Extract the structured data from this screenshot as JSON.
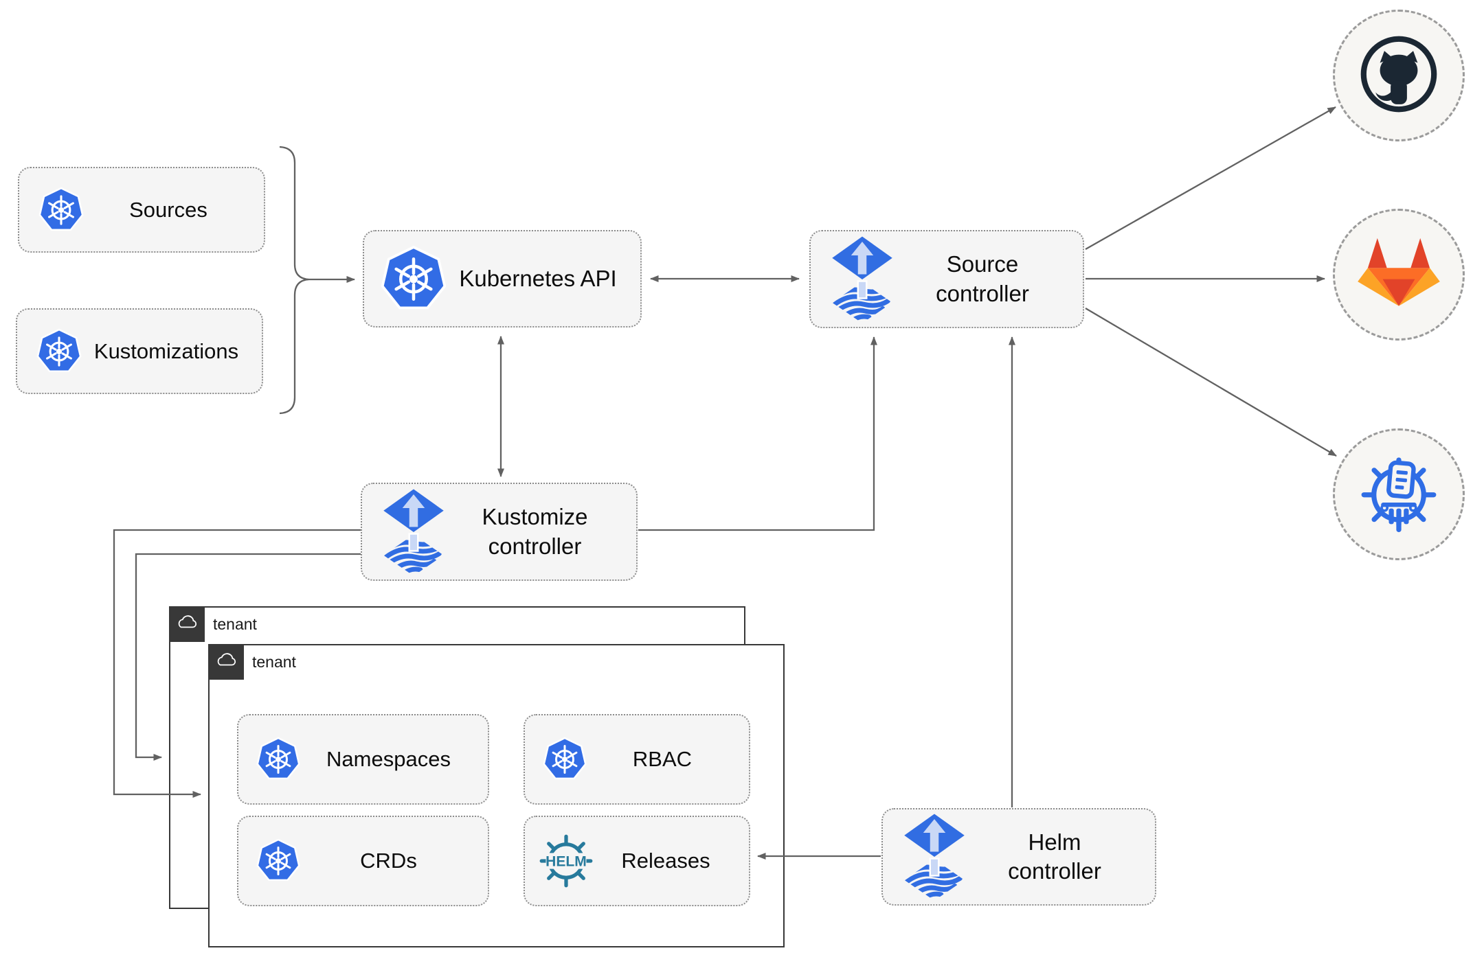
{
  "diagram": {
    "title_hint": "Flux GitOps architecture",
    "nodes": {
      "sources": {
        "label": "Sources"
      },
      "kustomizations": {
        "label": "Kustomizations"
      },
      "kubernetes_api": {
        "label": "Kubernetes API"
      },
      "source_controller": {
        "label": "Source\ncontroller"
      },
      "kustomize_controller": {
        "label": "Kustomize\ncontroller"
      },
      "helm_controller": {
        "label": "Helm\ncontroller"
      },
      "namespaces": {
        "label": "Namespaces"
      },
      "rbac": {
        "label": "RBAC"
      },
      "crds": {
        "label": "CRDs"
      },
      "releases": {
        "label": "Releases"
      }
    },
    "groups": {
      "tenant_outer": {
        "label": "tenant"
      },
      "tenant_inner": {
        "label": "tenant"
      }
    },
    "helm_logo_text": "HELM",
    "icons": {
      "kubernetes": "kubernetes-wheel-icon",
      "flux": "flux-diamond-icon",
      "helm": "helm-wheel-icon",
      "cloud": "cloud-icon",
      "github": "github-octocat-icon",
      "gitlab": "gitlab-tanuki-icon",
      "chartmuseum": "chartmuseum-wheel-icon"
    },
    "colors": {
      "line": "#616161",
      "node_fill": "#f5f5f5",
      "node_border": "#8c8c8c",
      "tenant_border": "#383838",
      "kubernetes_blue": "#326ce5",
      "flux_blue": "#316de2",
      "flux_light_blue": "#c9d8f6",
      "helm_teal": "#277a9c",
      "github_dark": "#1b2733",
      "gitlab_red": "#e24329",
      "gitlab_orange": "#fc6d26",
      "gitlab_yellow": "#fca326",
      "chartmuseum_blue": "#2f6de5"
    }
  }
}
